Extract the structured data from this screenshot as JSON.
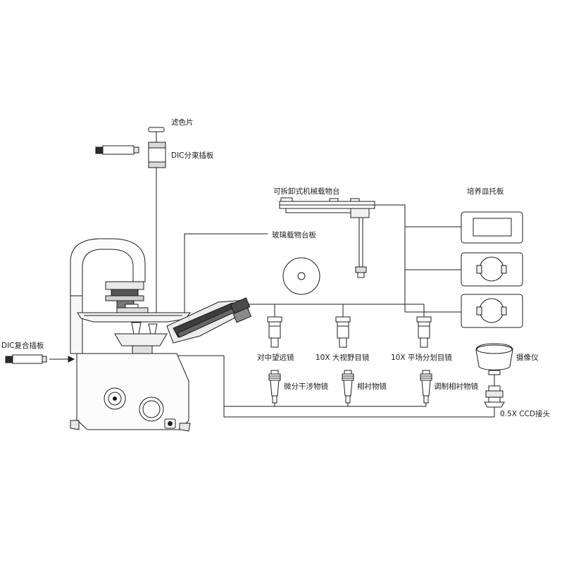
{
  "diagram": {
    "background_color": "#ffffff",
    "line_color": "#1c1c1c",
    "labels": {
      "filter": "滤色片",
      "dic_beam_splitter": "DIC分束插板",
      "mechanical_stage": "可拆卸式机械载物台",
      "glass_stage_plate": "玻璃载物台板",
      "petri_dish_holder": "培养皿托板",
      "dic_compound_slider": "DIC复合插板",
      "centering_telescope": "对中望远镜",
      "wide_field_eyepiece": "10X 大视野目镜",
      "plan_divided_eyepiece": "10X 平场分划目镜",
      "camera": "摄像仪",
      "dic_objective": "微分干涉物镜",
      "phase_contrast_objective": "相衬物镜",
      "modulation_contrast_objective": "调制相衬物镜",
      "ccd_adapter": "0.5X CCD接头"
    },
    "icons": [
      "filter-disc-icon",
      "dic-beam-splitter-drum-icon",
      "dic-slider-rod-icon",
      "dic-compound-slider-icon",
      "arrow-right-icon",
      "mechanical-stage-icon",
      "glass-stage-plate-icon",
      "petri-dish-holder-icon",
      "eyepiece-icon",
      "objective-icon",
      "camera-icon",
      "ccd-adapter-icon",
      "inverted-microscope-icon"
    ]
  }
}
